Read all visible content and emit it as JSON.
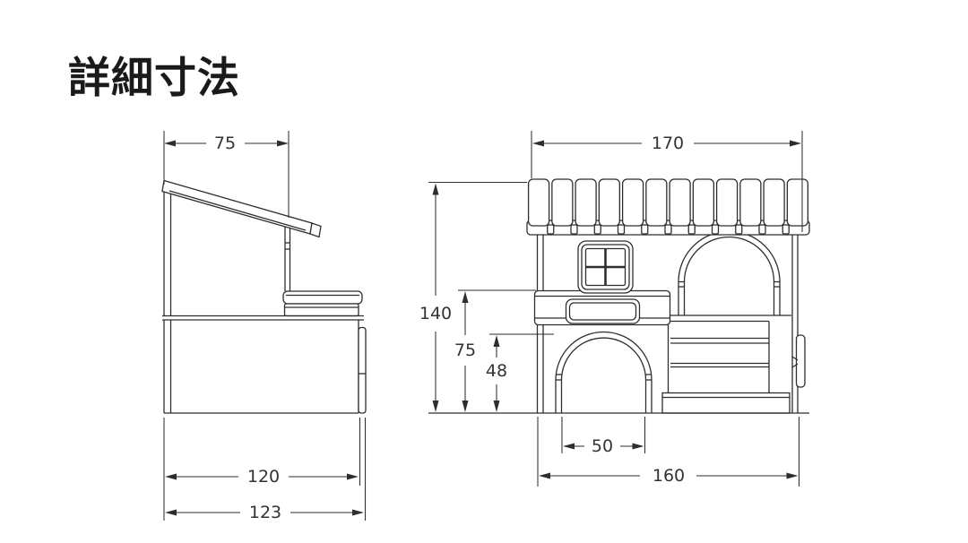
{
  "title": "詳細寸法",
  "views": {
    "side": {
      "label": "side-view",
      "dims": {
        "roof_depth": "75",
        "base_depth": "120",
        "overall_depth": "123"
      }
    },
    "front": {
      "label": "front-view",
      "dims": {
        "roof_width": "170",
        "overall_height": "140",
        "wall_height": "75",
        "door_height": "48",
        "door_width": "50",
        "base_width": "160"
      }
    }
  },
  "colors": {
    "line": "#2e2e2e",
    "text": "#333333",
    "title": "#1a1a1a",
    "background": "#ffffff"
  }
}
